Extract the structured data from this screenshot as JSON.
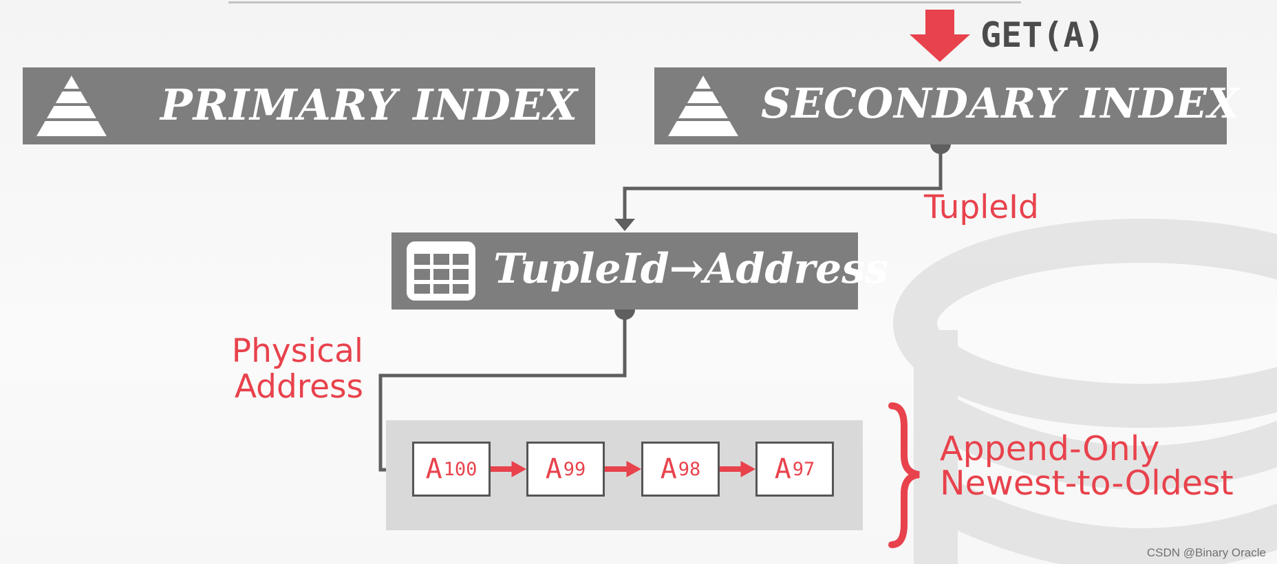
{
  "request": {
    "label": "GET(A)"
  },
  "primary_index": {
    "label": "PRIMARY INDEX",
    "icon": "pyramid-icon"
  },
  "secondary_index": {
    "label": "SECONDARY INDEX",
    "icon": "pyramid-icon"
  },
  "mapping_table": {
    "label": "TupleId→Address",
    "icon": "table-icon"
  },
  "labels": {
    "tuple_id": "TupleId",
    "physical_address_line1": "Physical",
    "physical_address_line2": "Address",
    "append_line1": "Append-Only",
    "append_line2": "Newest-to-Oldest"
  },
  "versions": [
    {
      "letter": "A",
      "sub": "100"
    },
    {
      "letter": "A",
      "sub": "99"
    },
    {
      "letter": "A",
      "sub": "98"
    },
    {
      "letter": "A",
      "sub": "97"
    }
  ],
  "watermark": "CSDN @Binary Oracle",
  "colors": {
    "accent": "#e8424c",
    "box": "#7e7e7e",
    "line": "#5a5a5a",
    "area": "#d9d9d9"
  }
}
